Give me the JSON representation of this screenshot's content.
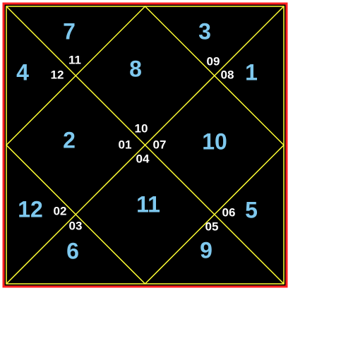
{
  "colors": {
    "background": "#000000",
    "outer_border": "#ff2020",
    "lines": "#ffff33",
    "house_number": "#7ec8ee",
    "minor_number": "#ffffff"
  },
  "houses": {
    "top_left": "7",
    "top_right": "3",
    "left_upper": "4",
    "top_center": "8",
    "right_upper": "1",
    "left_center": "2",
    "right_center": "10",
    "left_lower": "12",
    "bottom_center": "11",
    "right_lower": "5",
    "bottom_left": "6",
    "bottom_right": "9"
  },
  "minor": {
    "ul_top": "11",
    "ul_left": "12",
    "ur_top": "09",
    "ur_right": "08",
    "center_top": "10",
    "center_left": "01",
    "center_right": "07",
    "center_bottom": "04",
    "ll_left": "02",
    "ll_bottom": "03",
    "lr_right": "06",
    "lr_bottom": "05"
  }
}
